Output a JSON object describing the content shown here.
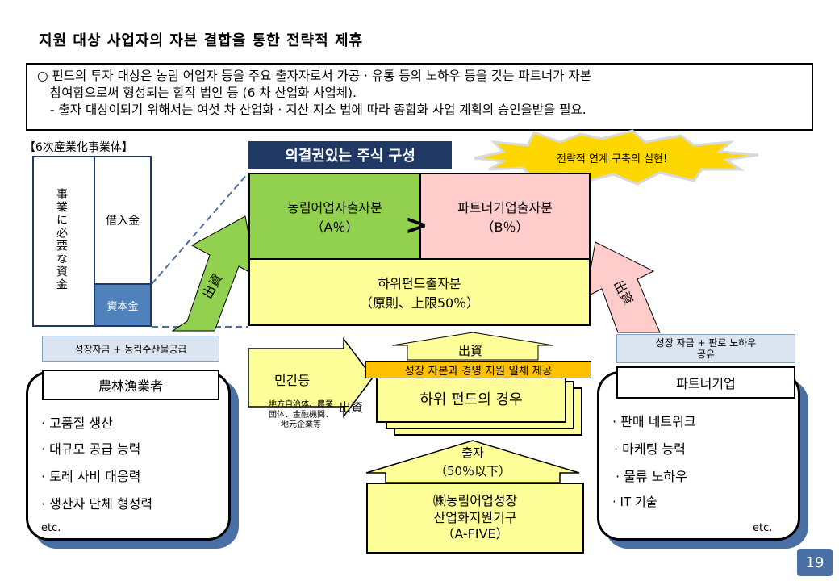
{
  "title": "지원 대상 사업자의 자본 결합을 통한 전략적 제휴",
  "info": {
    "line1": "○  펀드의 투자 대상은 농림 어업자 등을 주요 출자자로서 가공 · 유통 등의 노하우 등을 갖는 파트너가 자본",
    "line2": "참여함으로써 형성되는 합작 법인 등 (6 차 산업화 사업체).",
    "line3": "- 출자 대상이되기 위해서는 여섯 차 산업화 · 지산 지소 법에 따라 종합화 사업 계획의 승인을받을 필요."
  },
  "left_structure": {
    "header": "【6次産業化事業体】",
    "needed_funds": "事業に必要な資金",
    "borrowing": "借入金",
    "capital": "資本金"
  },
  "voting_banner": "의결권있는 주식 구성",
  "burst_text": "전략적 연계 구축의 실현!",
  "farmer_share": {
    "label": "농림어업자출자분",
    "pct": "（A％）"
  },
  "partner_share": {
    "label": "파트너기업출자분",
    "pct": "（B％）"
  },
  "gt_symbol": ">",
  "subfund_share": {
    "label": "하위펀드출자분",
    "note": "（原則、上限50％）"
  },
  "arrow_left_label": "出資",
  "arrow_right_label": "出資",
  "farmer_panel": {
    "tag": "성장자금 + 농림수산물공급",
    "name": "農林漁業者",
    "items": [
      "· 고품질 생산",
      "· 대규모 공급 능력",
      "· 토레 사비 대응력",
      "· 생산자 단체 형성력"
    ],
    "etc": "etc."
  },
  "partner_panel": {
    "tag_line1": "성장 자금 + 판로 노하우",
    "tag_line2": "공유",
    "name": "파트너기업",
    "items": [
      "· 판매 네트워크",
      "· 마케팅 능력",
      "· 물류 노하우",
      "·  IT 기술"
    ],
    "etc": "etc."
  },
  "private": {
    "title": "민간등",
    "detail_line1": "地方自治体、農業",
    "detail_line2": "団体、金融機関、",
    "detail_line3": "地元企業等",
    "invest": "出資"
  },
  "subfund_up_label": "出資",
  "support_bar": "성장 자본과 경영 지원 일체 제공",
  "subfund_case": "하위 펀드의 경우",
  "afive_arrow": {
    "line1": "출자",
    "line2": "（50％以下）"
  },
  "afive_box": {
    "line1": "㈱농림어업성장",
    "line2": "산업화지원기구",
    "line3": "（A-FIVE）"
  },
  "page_number": "19",
  "colors": {
    "navy": "#1f3864",
    "green": "#92d050",
    "pink": "#ffcccc",
    "yellow": "#ffff99",
    "orange": "#ffc000",
    "shadow_blue": "#4a6fa5"
  }
}
